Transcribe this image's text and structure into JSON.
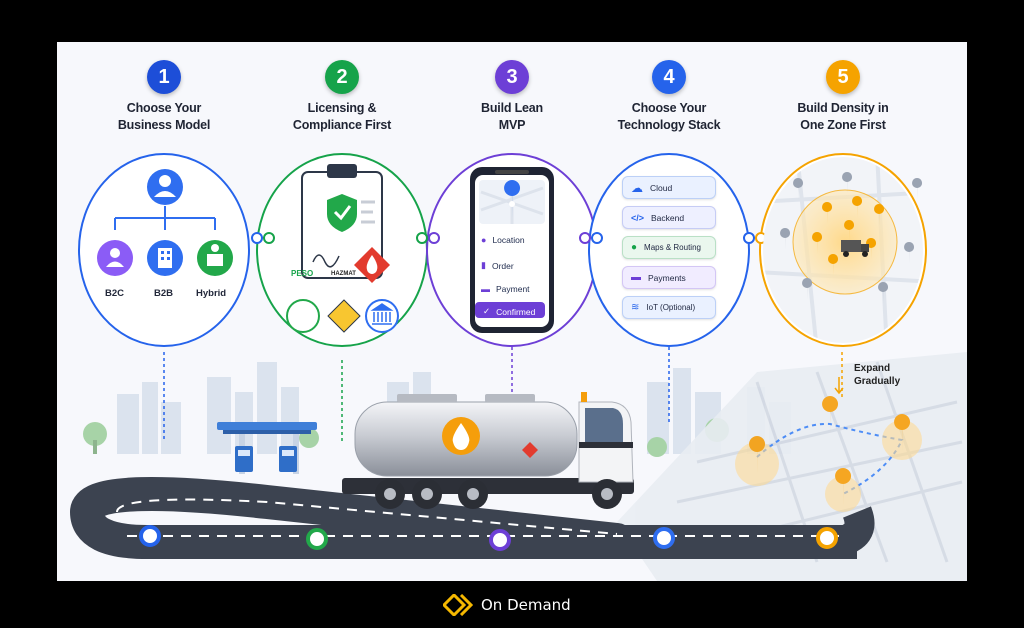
{
  "steps": [
    {
      "number": "1",
      "title_line1": "Choose Your",
      "title_line2": "Business Model",
      "color": "#1d4ed8"
    },
    {
      "number": "2",
      "title_line1": "Licensing &",
      "title_line2": "Compliance First",
      "color": "#16a34a"
    },
    {
      "number": "3",
      "title_line1": "Build Lean",
      "title_line2": "MVP",
      "color": "#6d3fd6"
    },
    {
      "number": "4",
      "title_line1": "Choose Your",
      "title_line2": "Technology Stack",
      "color": "#2563eb"
    },
    {
      "number": "5",
      "title_line1": "Build Density in",
      "title_line2": "One Zone First",
      "color": "#f5a300"
    }
  ],
  "business_models": [
    "B2C",
    "B2B",
    "Hybrid"
  ],
  "compliance_badges": [
    "PESO",
    "HAZMAT"
  ],
  "mvp_rows": [
    "Location",
    "Order",
    "Payment",
    "Confirmed"
  ],
  "tech_stack": [
    "Cloud",
    "Backend",
    "Maps & Routing",
    "Payments",
    "IoT (Optional)"
  ],
  "expand_line1": "Expand",
  "expand_line2": "Gradually",
  "footer_brand": "On Demand",
  "icons": [
    "user-icon",
    "building-icon",
    "shield-check-icon",
    "flame-icon",
    "map-pin-icon",
    "cloud-icon",
    "code-icon",
    "wifi-icon",
    "fuel-drop-icon",
    "truck-icon"
  ]
}
